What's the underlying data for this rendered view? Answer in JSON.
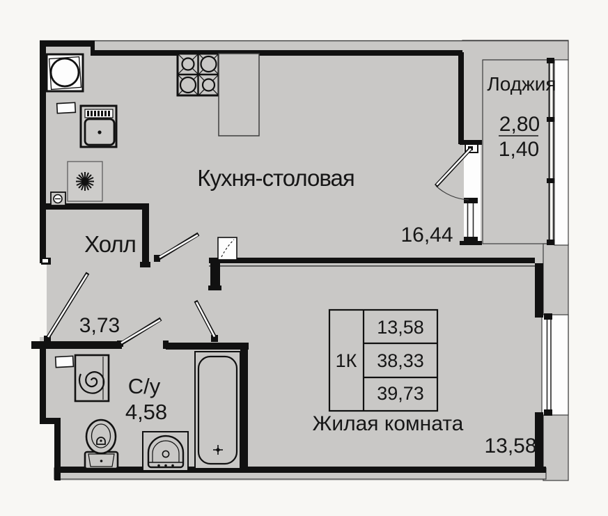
{
  "floorplan": {
    "rooms": [
      {
        "name": "Кухня-столовая",
        "area": "16,44"
      },
      {
        "name": "Лоджия",
        "area_total": "2,80",
        "area_coef": "1,40"
      },
      {
        "name": "Холл",
        "area": "3,73"
      },
      {
        "name": "С/у",
        "area": "4,58"
      },
      {
        "name": "Жилая комната",
        "area": "13,58"
      }
    ],
    "info_table": {
      "apartment_type": "1К",
      "rows": [
        "13,58",
        "38,33",
        "39,73"
      ]
    },
    "fixtures": [
      "round-appliance-icon",
      "kitchen-sink-icon",
      "stove-icon",
      "starburst-icon",
      "electrical-box-icon",
      "shelf-icon",
      "washing-machine-icon",
      "toilet-icon",
      "washbasin-icon",
      "bathtub-icon"
    ],
    "colors": {
      "floor": "#c9c8c6",
      "wall": "#111111",
      "thin_line": "#3d3d3d",
      "paper": "#f8f7f4",
      "white": "#fdfdfd"
    }
  }
}
